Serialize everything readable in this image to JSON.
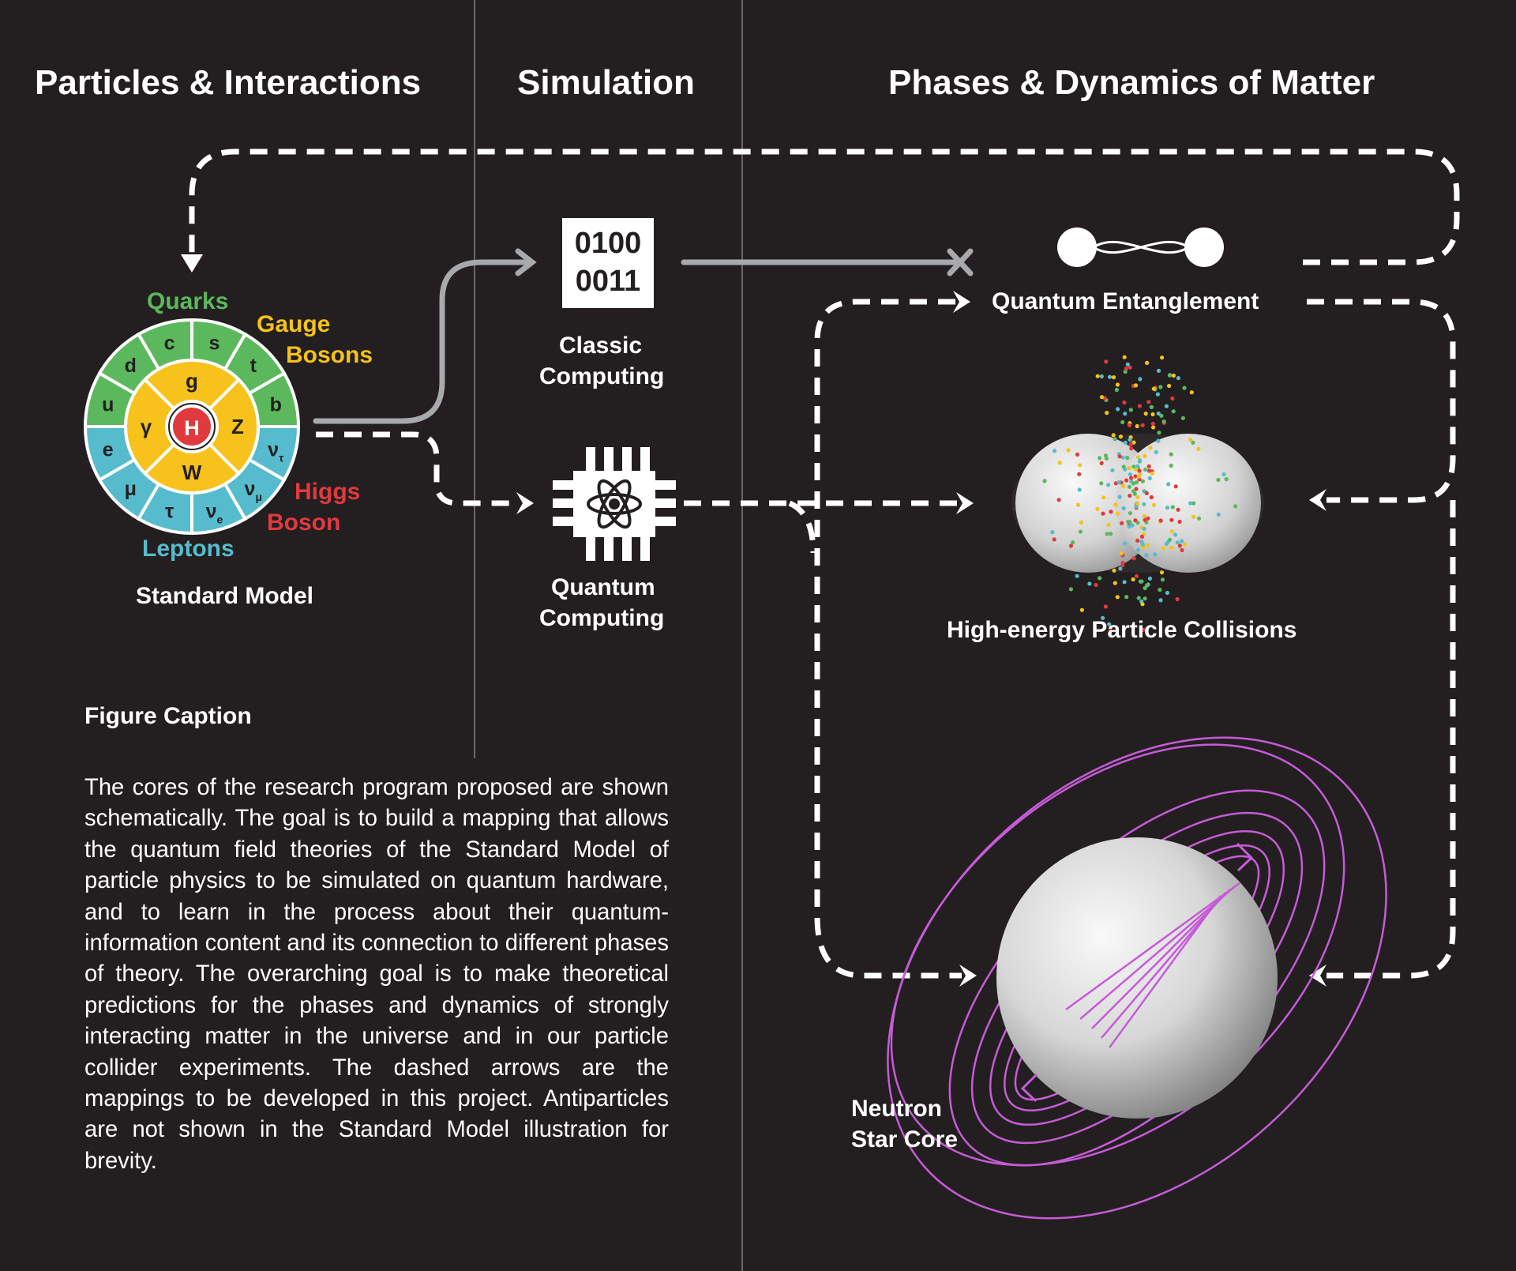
{
  "columns": {
    "particles": "Particles & Interactions",
    "simulation": "Simulation",
    "phases": "Phases & Dynamics of Matter"
  },
  "standard_model": {
    "title": "Standard Model",
    "quarks_label": "Quarks",
    "gauge_label_1": "Gauge",
    "gauge_label_2": "Bosons",
    "higgs_label_1": "Higgs",
    "higgs_label_2": "Boson",
    "leptons_label": "Leptons",
    "higgs_symbol": "H",
    "gauge_bosons": [
      "g",
      "Z",
      "W",
      "γ"
    ],
    "outer": [
      {
        "symbol": "c",
        "sub": ""
      },
      {
        "symbol": "s",
        "sub": ""
      },
      {
        "symbol": "t",
        "sub": ""
      },
      {
        "symbol": "b",
        "sub": ""
      },
      {
        "symbol": "ν",
        "sub": "τ"
      },
      {
        "symbol": "ν",
        "sub": "μ"
      },
      {
        "symbol": "ν",
        "sub": "e"
      },
      {
        "symbol": "τ",
        "sub": ""
      },
      {
        "symbol": "μ",
        "sub": ""
      },
      {
        "symbol": "e",
        "sub": ""
      },
      {
        "symbol": "u",
        "sub": ""
      },
      {
        "symbol": "d",
        "sub": ""
      }
    ],
    "colors": {
      "quarks": "#5cb85c",
      "gauge": "#f6c21b",
      "higgs": "#e03a3e",
      "leptons": "#56bccd"
    }
  },
  "simulation": {
    "binary_line_1": "0100",
    "binary_line_2": "0011",
    "classic_1": "Classic",
    "classic_2": "Computing",
    "quantum_1": "Quantum",
    "quantum_2": "Computing"
  },
  "phases": {
    "entanglement": "Quantum Entanglement",
    "collisions": "High-energy Particle Collisions",
    "neutron_1": "Neutron",
    "neutron_2": "Star Core",
    "field_line_color": "#c65bd8"
  },
  "caption": {
    "title": "Figure Caption",
    "body": "The cores of the research program proposed are shown schematically. The goal is to build a mapping that allows the quantum field theories of the Standard Model of particle physics to be simulated on quantum hardware, and to learn in the process about their quantum-information content and its connection to different phases of theory. The overarching goal is to make theoretical predictions for the phases and dynamics of strongly interacting matter in the universe and in our particle collider experiments. The dashed arrows are the mappings to be developed in this project. Antiparticles are not shown in the Standard Model illustration for brevity."
  }
}
